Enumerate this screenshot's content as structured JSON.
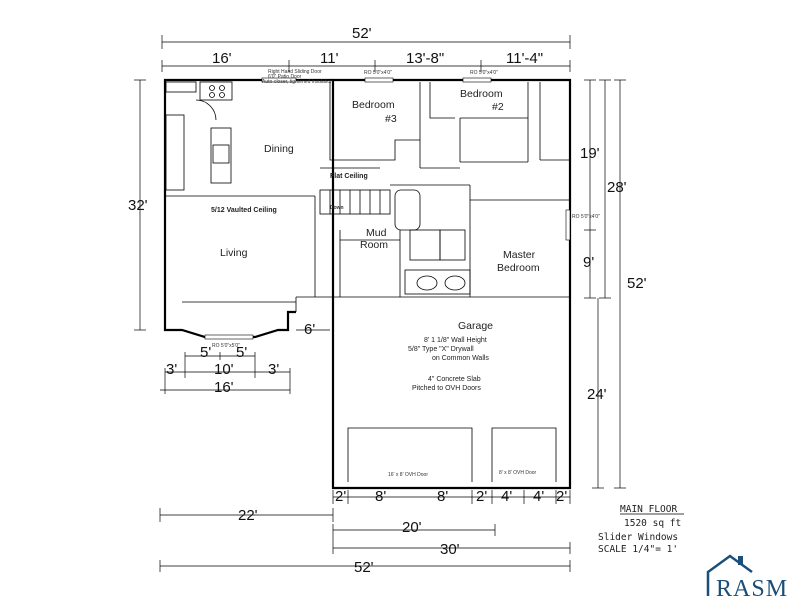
{
  "dimensions": {
    "top_total": "52'",
    "top_16": "16'",
    "top_11": "11'",
    "top_13_8": "13'-8\"",
    "top_11_4": "11'-4\"",
    "left_32": "32'",
    "right_19": "19'",
    "right_28": "28'",
    "right_52": "52'",
    "right_9": "9'",
    "right_24": "24'",
    "bay_5a": "5'",
    "bay_5b": "5'",
    "bay_3a": "3'",
    "bay_10": "10'",
    "bay_3b": "3'",
    "bay_16": "16'",
    "step_6": "6'",
    "bottom_22": "22'",
    "bottom_2a": "2'",
    "bottom_8a": "8'",
    "bottom_8b": "8'",
    "bottom_2b": "2'",
    "bottom_4a": "4'",
    "bottom_4b": "4'",
    "bottom_2c": "2'",
    "bottom_20": "20'",
    "bottom_30": "30'",
    "bottom_total": "52'"
  },
  "rooms": {
    "dining": "Dining",
    "living": "Living",
    "bedroom3_line1": "Bedroom",
    "bedroom3_line2": "#3",
    "bedroom2_line1": "Bedroom",
    "bedroom2_line2": "#2",
    "mud_line1": "Mud",
    "mud_line2": "Room",
    "master_line1": "Master",
    "master_line2": "Bedroom",
    "garage": "Garage"
  },
  "notes": {
    "flat_ceiling": "Flat Ceiling",
    "vaulted_ceiling": "5/12 Vaulted Ceiling",
    "down": "Down",
    "garage_wall_1": "8' 1 1/8\" Wall Height",
    "garage_wall_2": "5/8\" Type \"X\" Drywall",
    "garage_wall_3": "on Common Walls",
    "garage_slab_1": "4\" Concrete Slab",
    "garage_slab_2": "Pitched to OVH Doors",
    "ovh_door_large": "16' x 8' OVH Door",
    "ovh_door_small": "8' x 8' OVH Door",
    "patio_1": "Right Hand Sliding Door",
    "patio_2": "6'0\" Patio Door",
    "patio_3": "Auto-closer, tightened insulation",
    "ro_bed3": "RO 5'0\"x4'0\"",
    "ro_bed2": "RO 5'0\"x4'0\"",
    "ro_master": "RO 5'0\"x4'0\"",
    "ro_bay": "RO 5'0\"x5'0\""
  },
  "plan_info": {
    "title": "MAIN FLOOR",
    "area": "1520 sq ft",
    "windows": "Slider Windows",
    "scale": "SCALE 1/4\"= 1'"
  },
  "brand": {
    "name": "RASM",
    "color": "#1b4f7a"
  }
}
